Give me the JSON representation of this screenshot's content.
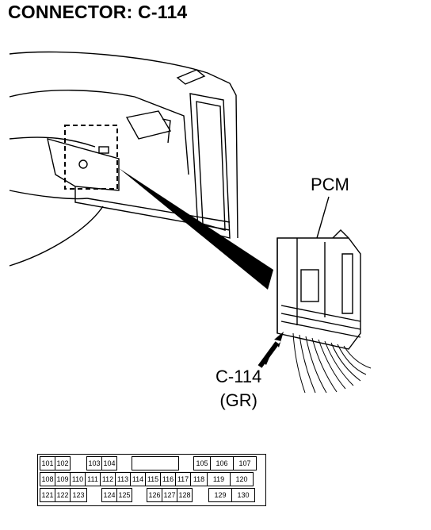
{
  "title": "CONNECTOR: C-114",
  "labels": {
    "pcm": "PCM",
    "connector": "C-114",
    "color": "(GR)"
  },
  "pinout": {
    "rows": [
      [
        "101",
        "102",
        "",
        "103",
        "104",
        "",
        "",
        "",
        "",
        "",
        "",
        "105",
        "106",
        "107"
      ],
      [
        "108",
        "109",
        "110",
        "111",
        "112",
        "113",
        "114",
        "115",
        "116",
        "117",
        "118",
        "119",
        "120"
      ],
      [
        "121",
        "122",
        "123",
        "",
        "124",
        "125",
        "",
        "126",
        "127",
        "128",
        "",
        "129",
        "130"
      ]
    ]
  }
}
